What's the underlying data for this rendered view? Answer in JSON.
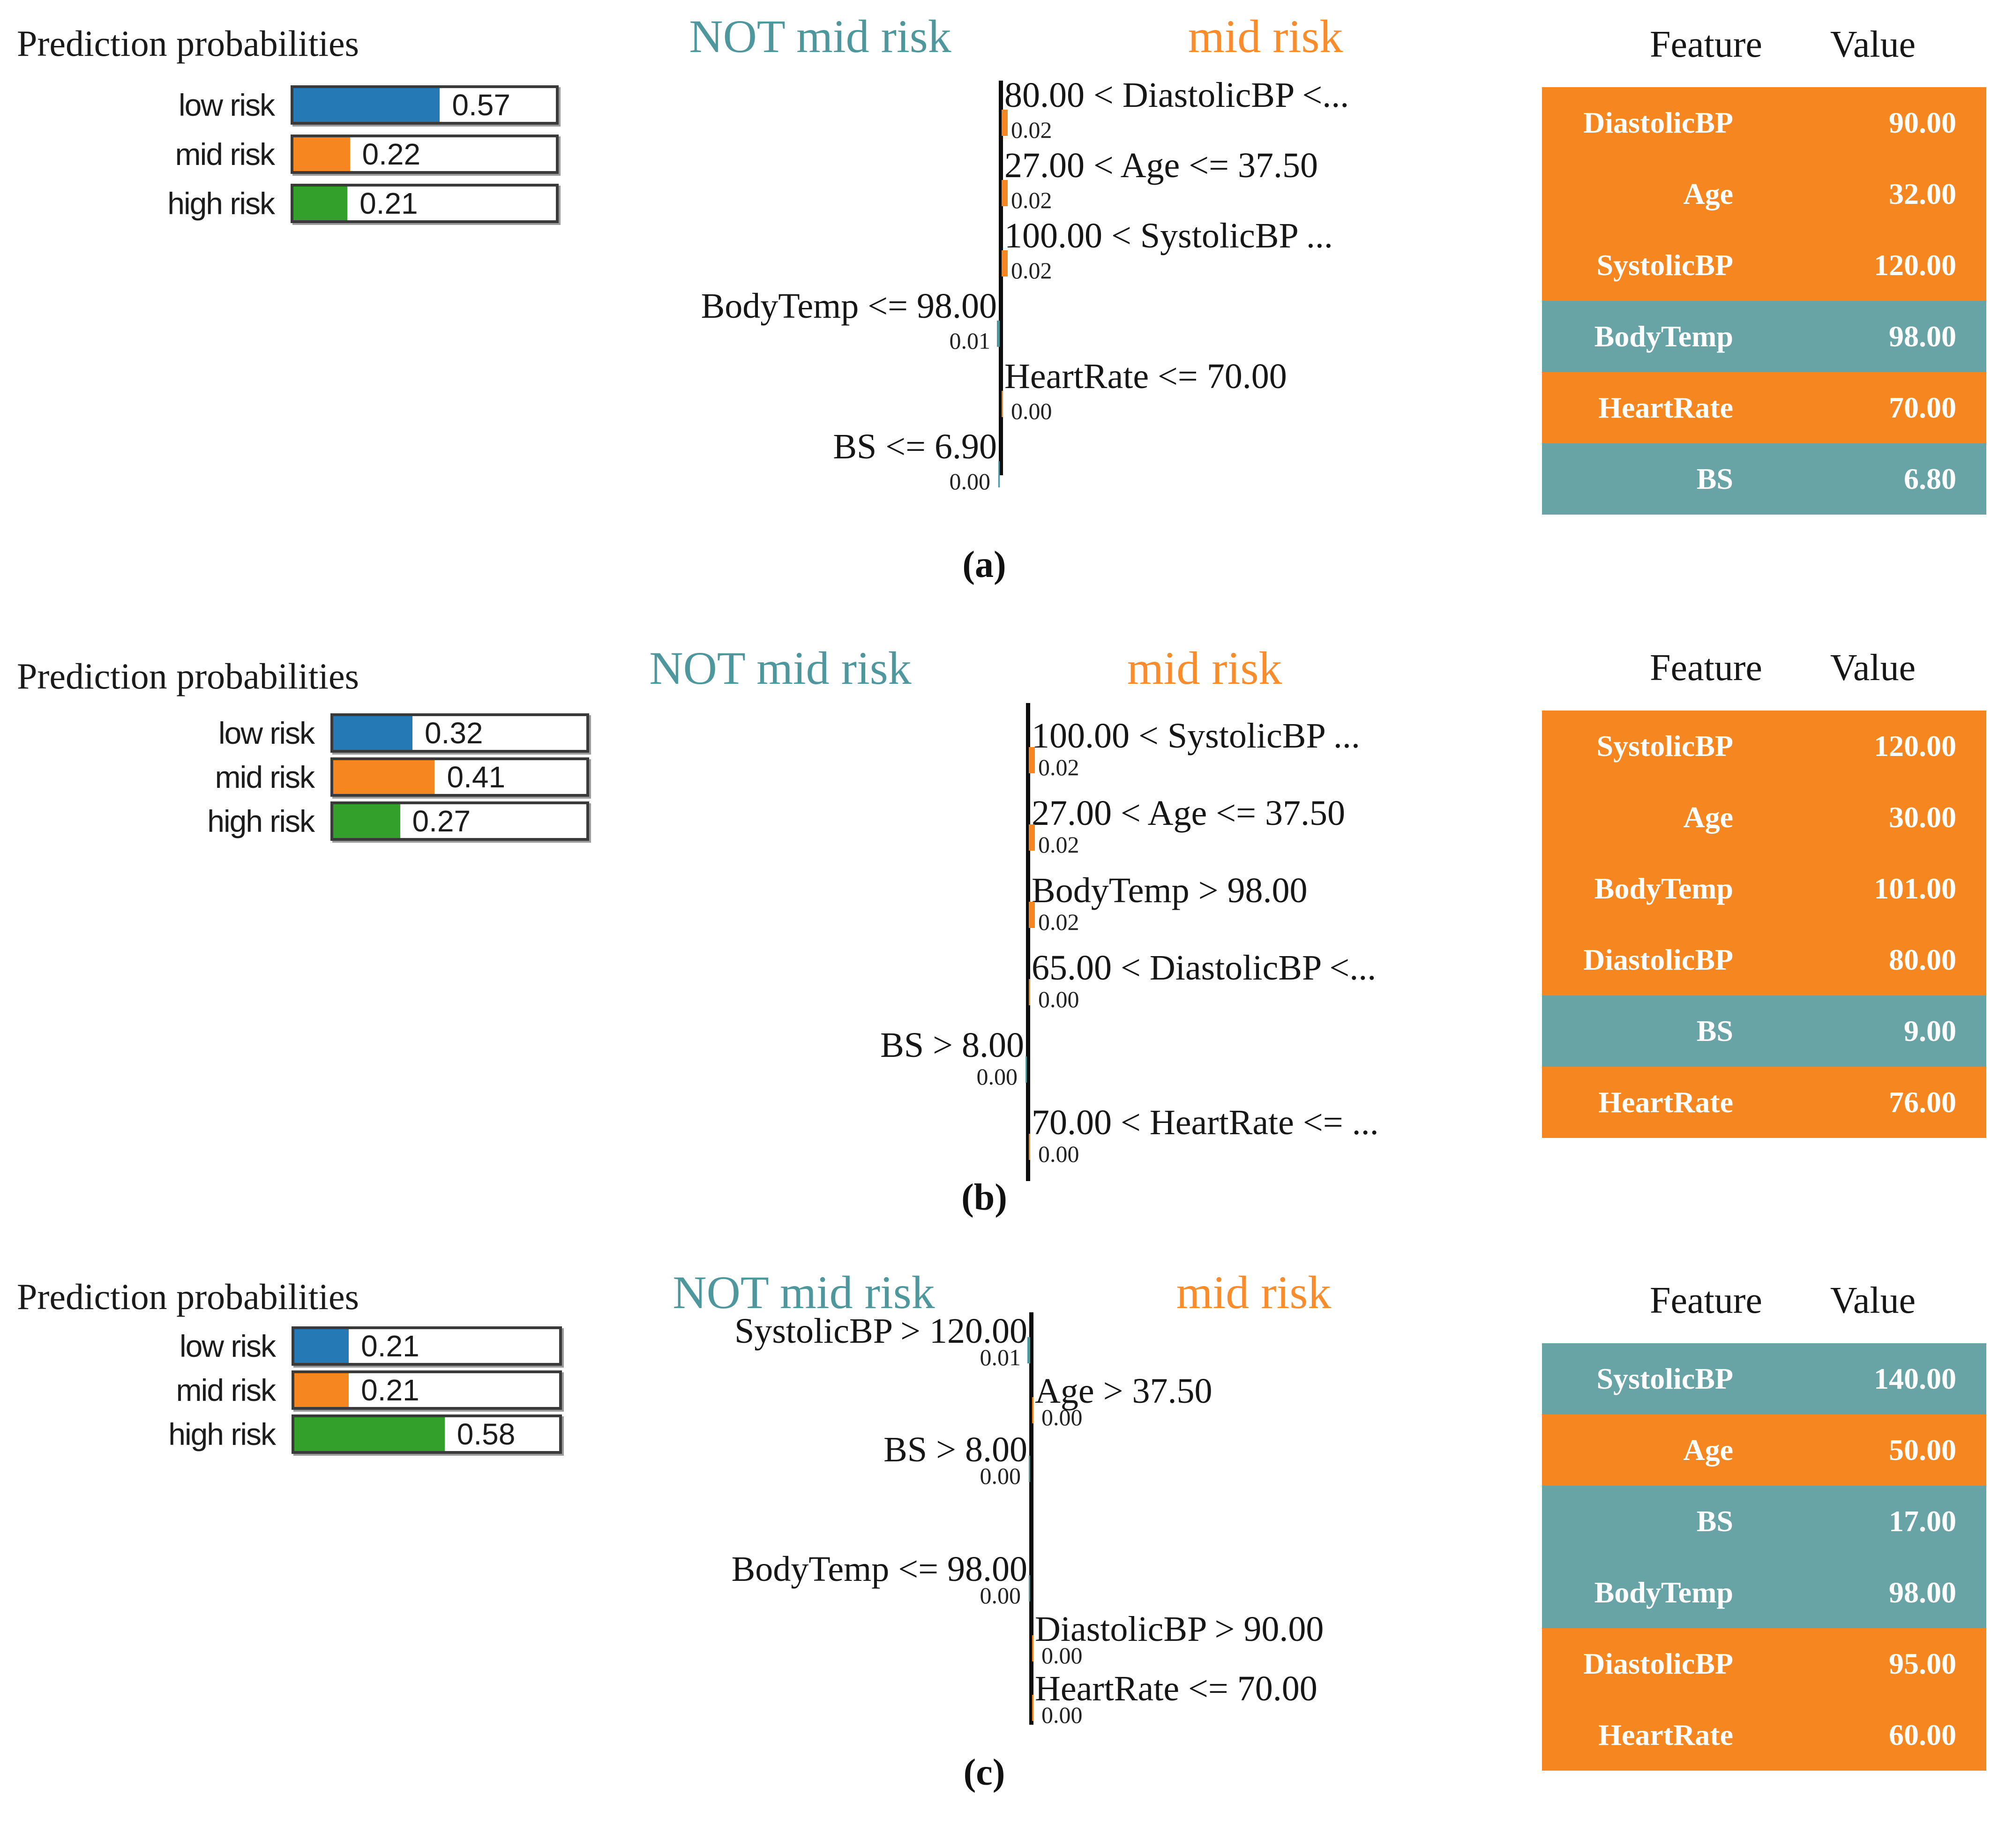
{
  "colors": {
    "blue": "#2579b5",
    "orange": "#f6861f",
    "green": "#33a02c",
    "teal_text": "#4e979d",
    "orange_header": "#fb8c2c",
    "teal_row": "#68a3a6",
    "axis": "#0d0d0d"
  },
  "chart_data": [
    {
      "panel": "a",
      "type": "bar",
      "title": "Prediction probabilities",
      "prediction_probabilities": {
        "categories": [
          "low risk",
          "mid risk",
          "high risk"
        ],
        "values": [
          0.57,
          0.22,
          0.21
        ],
        "colors": [
          "#2579b5",
          "#f6861f",
          "#33a02c"
        ],
        "xlim": [
          0,
          1
        ]
      },
      "lime_weights": {
        "negative_label": "NOT mid risk",
        "positive_label": "mid risk",
        "features": [
          {
            "condition": "80.00 < DiastolicBP <...",
            "weight": 0.02,
            "direction": "mid risk"
          },
          {
            "condition": "27.00 < Age <= 37.50",
            "weight": 0.02,
            "direction": "mid risk"
          },
          {
            "condition": "100.00 < SystolicBP ...",
            "weight": 0.02,
            "direction": "mid risk"
          },
          {
            "condition": "BodyTemp <= 98.00",
            "weight": 0.01,
            "direction": "NOT mid risk"
          },
          {
            "condition": "HeartRate <= 70.00",
            "weight": 0.0,
            "direction": "mid risk"
          },
          {
            "condition": "BS <= 6.90",
            "weight": 0.0,
            "direction": "NOT mid risk"
          }
        ]
      },
      "feature_values": [
        {
          "feature": "DiastolicBP",
          "value": 90.0,
          "highlight": "mid risk"
        },
        {
          "feature": "Age",
          "value": 32.0,
          "highlight": "mid risk"
        },
        {
          "feature": "SystolicBP",
          "value": 120.0,
          "highlight": "mid risk"
        },
        {
          "feature": "BodyTemp",
          "value": 98.0,
          "highlight": "NOT mid risk"
        },
        {
          "feature": "HeartRate",
          "value": 70.0,
          "highlight": "mid risk"
        },
        {
          "feature": "BS",
          "value": 6.8,
          "highlight": "NOT mid risk"
        }
      ]
    },
    {
      "panel": "b",
      "type": "bar",
      "title": "Prediction probabilities",
      "prediction_probabilities": {
        "categories": [
          "low risk",
          "mid risk",
          "high risk"
        ],
        "values": [
          0.32,
          0.41,
          0.27
        ],
        "colors": [
          "#2579b5",
          "#f6861f",
          "#33a02c"
        ],
        "xlim": [
          0,
          1
        ]
      },
      "lime_weights": {
        "negative_label": "NOT mid risk",
        "positive_label": "mid risk",
        "features": [
          {
            "condition": "100.00 < SystolicBP ...",
            "weight": 0.02,
            "direction": "mid risk"
          },
          {
            "condition": "27.00 < Age <= 37.50",
            "weight": 0.02,
            "direction": "mid risk"
          },
          {
            "condition": "BodyTemp > 98.00",
            "weight": 0.02,
            "direction": "mid risk"
          },
          {
            "condition": "65.00 < DiastolicBP <...",
            "weight": 0.0,
            "direction": "mid risk"
          },
          {
            "condition": "BS > 8.00",
            "weight": 0.0,
            "direction": "NOT mid risk"
          },
          {
            "condition": "70.00 < HeartRate <= ...",
            "weight": 0.0,
            "direction": "mid risk"
          }
        ]
      },
      "feature_values": [
        {
          "feature": "SystolicBP",
          "value": 120.0,
          "highlight": "mid risk"
        },
        {
          "feature": "Age",
          "value": 30.0,
          "highlight": "mid risk"
        },
        {
          "feature": "BodyTemp",
          "value": 101.0,
          "highlight": "mid risk"
        },
        {
          "feature": "DiastolicBP",
          "value": 80.0,
          "highlight": "mid risk"
        },
        {
          "feature": "BS",
          "value": 9.0,
          "highlight": "NOT mid risk"
        },
        {
          "feature": "HeartRate",
          "value": 76.0,
          "highlight": "mid risk"
        }
      ]
    },
    {
      "panel": "c",
      "type": "bar",
      "title": "Prediction probabilities",
      "prediction_probabilities": {
        "categories": [
          "low risk",
          "mid risk",
          "high risk"
        ],
        "values": [
          0.21,
          0.21,
          0.58
        ],
        "colors": [
          "#2579b5",
          "#f6861f",
          "#33a02c"
        ],
        "xlim": [
          0,
          1
        ]
      },
      "lime_weights": {
        "negative_label": "NOT mid risk",
        "positive_label": "mid risk",
        "features": [
          {
            "condition": "SystolicBP > 120.00",
            "weight": 0.01,
            "direction": "NOT mid risk"
          },
          {
            "condition": "Age > 37.50",
            "weight": 0.0,
            "direction": "mid risk"
          },
          {
            "condition": "BS > 8.00",
            "weight": 0.0,
            "direction": "NOT mid risk"
          },
          {
            "condition": "BodyTemp <= 98.00",
            "weight": 0.0,
            "direction": "NOT mid risk"
          },
          {
            "condition": "DiastolicBP > 90.00",
            "weight": 0.0,
            "direction": "mid risk"
          },
          {
            "condition": "HeartRate <= 70.00",
            "weight": 0.0,
            "direction": "mid risk"
          }
        ]
      },
      "feature_values": [
        {
          "feature": "SystolicBP",
          "value": 140.0,
          "highlight": "NOT mid risk"
        },
        {
          "feature": "Age",
          "value": 50.0,
          "highlight": "mid risk"
        },
        {
          "feature": "BS",
          "value": 17.0,
          "highlight": "NOT mid risk"
        },
        {
          "feature": "BodyTemp",
          "value": 98.0,
          "highlight": "NOT mid risk"
        },
        {
          "feature": "DiastolicBP",
          "value": 95.0,
          "highlight": "mid risk"
        },
        {
          "feature": "HeartRate",
          "value": 60.0,
          "highlight": "mid risk"
        }
      ]
    }
  ],
  "panels": [
    {
      "caption": "(a)",
      "prediction": {
        "title": "Prediction probabilities",
        "items": [
          {
            "label": "low risk",
            "value": "0.57",
            "num": 0.57
          },
          {
            "label": "mid risk",
            "value": "0.22",
            "num": 0.22
          },
          {
            "label": "high risk",
            "value": "0.21",
            "num": 0.21
          }
        ]
      },
      "explanation": {
        "negative_label": "NOT mid risk",
        "positive_label": "mid risk",
        "rows": [
          {
            "side": "right",
            "condition": "80.00 < DiastolicBP <...",
            "weight": "0.02",
            "num": 0.02
          },
          {
            "side": "right",
            "condition": "27.00 < Age <= 37.50",
            "weight": "0.02",
            "num": 0.02
          },
          {
            "side": "right",
            "condition": "100.00 < SystolicBP ...",
            "weight": "0.02",
            "num": 0.02
          },
          {
            "side": "left",
            "condition": "BodyTemp <= 98.00",
            "weight": "0.01",
            "num": 0.01
          },
          {
            "side": "right",
            "condition": "HeartRate <= 70.00",
            "weight": "0.00",
            "num": 0.0
          },
          {
            "side": "left",
            "condition": "BS <= 6.90",
            "weight": "0.00",
            "num": 0.0
          }
        ]
      },
      "table": {
        "feature_header": "Feature",
        "value_header": "Value",
        "rows": [
          {
            "feature": "DiastolicBP",
            "value": "90.00",
            "tone": "orange"
          },
          {
            "feature": "Age",
            "value": "32.00",
            "tone": "orange"
          },
          {
            "feature": "SystolicBP",
            "value": "120.00",
            "tone": "orange"
          },
          {
            "feature": "BodyTemp",
            "value": "98.00",
            "tone": "teal"
          },
          {
            "feature": "HeartRate",
            "value": "70.00",
            "tone": "orange"
          },
          {
            "feature": "BS",
            "value": "6.80",
            "tone": "teal"
          }
        ]
      }
    },
    {
      "caption": "(b)",
      "prediction": {
        "title": "Prediction probabilities",
        "items": [
          {
            "label": "low risk",
            "value": "0.32",
            "num": 0.32
          },
          {
            "label": "mid risk",
            "value": "0.41",
            "num": 0.41
          },
          {
            "label": "high risk",
            "value": "0.27",
            "num": 0.27
          }
        ]
      },
      "explanation": {
        "negative_label": "NOT mid risk",
        "positive_label": "mid risk",
        "rows": [
          {
            "side": "right",
            "condition": "100.00 < SystolicBP ...",
            "weight": "0.02",
            "num": 0.02
          },
          {
            "side": "right",
            "condition": "27.00 < Age <= 37.50",
            "weight": "0.02",
            "num": 0.02
          },
          {
            "side": "right",
            "condition": "BodyTemp > 98.00",
            "weight": "0.02",
            "num": 0.02
          },
          {
            "side": "right",
            "condition": "65.00 < DiastolicBP <...",
            "weight": "0.00",
            "num": 0.0
          },
          {
            "side": "left",
            "condition": "BS > 8.00",
            "weight": "0.00",
            "num": 0.0
          },
          {
            "side": "right",
            "condition": "70.00 < HeartRate <= ...",
            "weight": "0.00",
            "num": 0.0
          }
        ]
      },
      "table": {
        "feature_header": "Feature",
        "value_header": "Value",
        "rows": [
          {
            "feature": "SystolicBP",
            "value": "120.00",
            "tone": "orange"
          },
          {
            "feature": "Age",
            "value": "30.00",
            "tone": "orange"
          },
          {
            "feature": "BodyTemp",
            "value": "101.00",
            "tone": "orange"
          },
          {
            "feature": "DiastolicBP",
            "value": "80.00",
            "tone": "orange"
          },
          {
            "feature": "BS",
            "value": "9.00",
            "tone": "teal"
          },
          {
            "feature": "HeartRate",
            "value": "76.00",
            "tone": "orange"
          }
        ]
      }
    },
    {
      "caption": "(c)",
      "prediction": {
        "title": "Prediction probabilities",
        "items": [
          {
            "label": "low risk",
            "value": "0.21",
            "num": 0.21
          },
          {
            "label": "mid risk",
            "value": "0.21",
            "num": 0.21
          },
          {
            "label": "high risk",
            "value": "0.58",
            "num": 0.58
          }
        ]
      },
      "explanation": {
        "negative_label": "NOT mid risk",
        "positive_label": "mid risk",
        "rows": [
          {
            "side": "left",
            "condition": "SystolicBP > 120.00",
            "weight": "0.01",
            "num": 0.01
          },
          {
            "side": "right",
            "condition": "Age > 37.50",
            "weight": "0.00",
            "num": 0.0
          },
          {
            "side": "left",
            "condition": "BS > 8.00",
            "weight": "0.00",
            "num": 0.0
          },
          {
            "side": "left",
            "condition": "BodyTemp <= 98.00",
            "weight": "0.00",
            "num": 0.0
          },
          {
            "side": "right",
            "condition": "DiastolicBP > 90.00",
            "weight": "0.00",
            "num": 0.0
          },
          {
            "side": "right",
            "condition": "HeartRate <= 70.00",
            "weight": "0.00",
            "num": 0.0
          }
        ]
      },
      "table": {
        "feature_header": "Feature",
        "value_header": "Value",
        "rows": [
          {
            "feature": "SystolicBP",
            "value": "140.00",
            "tone": "teal"
          },
          {
            "feature": "Age",
            "value": "50.00",
            "tone": "orange"
          },
          {
            "feature": "BS",
            "value": "17.00",
            "tone": "teal"
          },
          {
            "feature": "BodyTemp",
            "value": "98.00",
            "tone": "teal"
          },
          {
            "feature": "DiastolicBP",
            "value": "95.00",
            "tone": "orange"
          },
          {
            "feature": "HeartRate",
            "value": "60.00",
            "tone": "orange"
          }
        ]
      }
    }
  ]
}
